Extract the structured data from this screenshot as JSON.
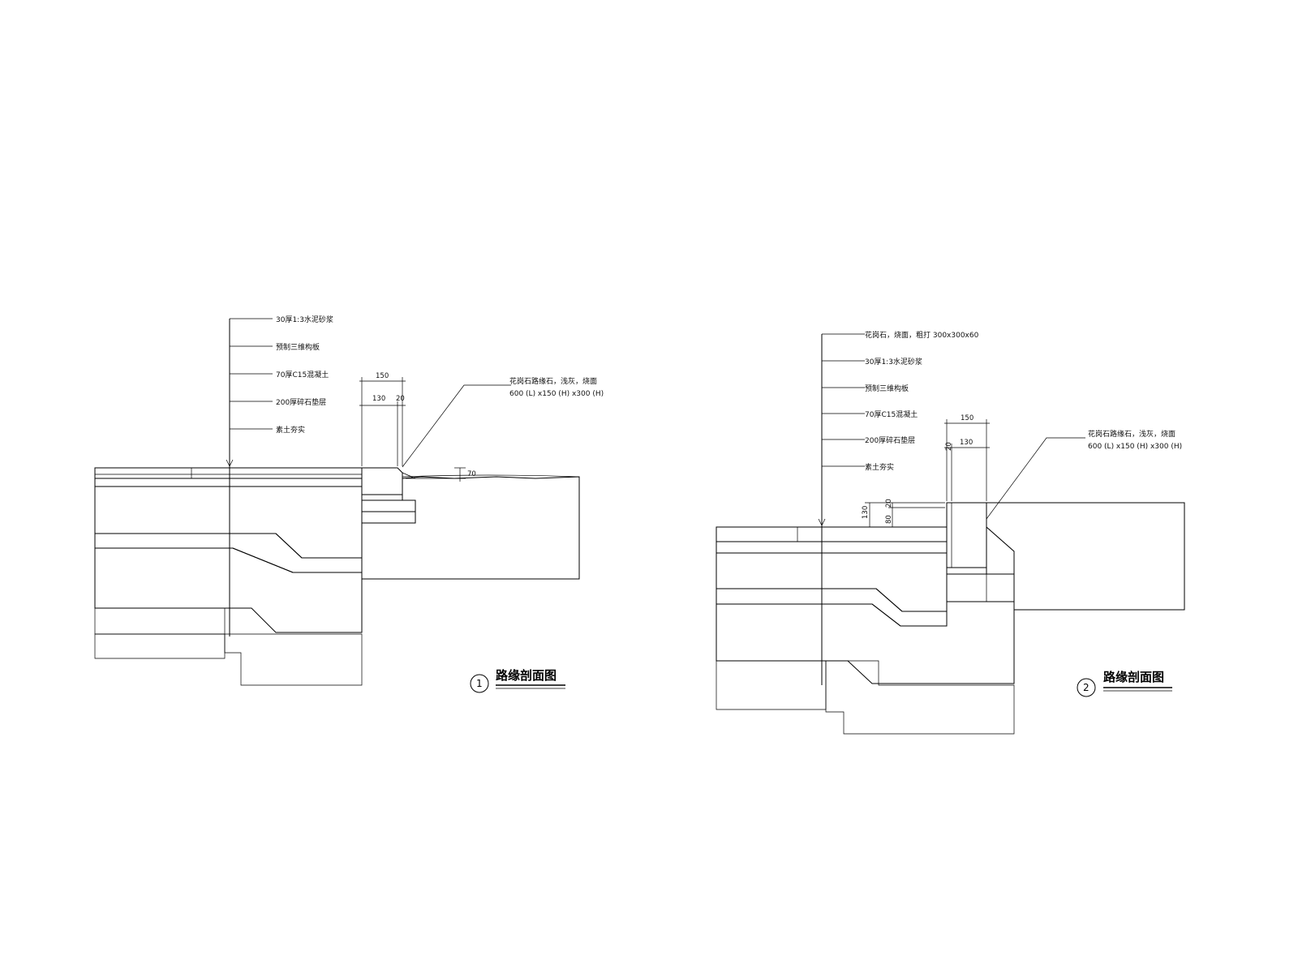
{
  "section1": {
    "notes": [
      "30厚1:3水泥砂浆",
      "预制三维构板",
      "70厚C15混凝土",
      "200厚碎石垫层",
      "素土夯实"
    ],
    "curb_note": [
      "花岗石路缘石，浅灰，烧面",
      "600 (L) x150 (H) x300 (H)"
    ],
    "dims": {
      "total": "150",
      "inner": "130",
      "gap": "20",
      "height": "70"
    },
    "caption_number": "1",
    "caption_text": "路缘剖面图"
  },
  "section2": {
    "notes": [
      "花岗石，烧面，粗打 300x300x60",
      "30厚1:3水泥砂浆",
      "预制三维构板",
      "70厚C15混凝土",
      "200厚碎石垫层",
      "素土夯实"
    ],
    "curb_note": [
      "花岗石路缘石，浅灰，烧面",
      "600 (L) x150 (H) x300 (H)"
    ],
    "dims": {
      "total": "150",
      "gap": "20",
      "inner": "130",
      "left_h": "130",
      "mid_h": "20",
      "low_h": "80"
    },
    "caption_number": "2",
    "caption_text": "路缘剖面图"
  }
}
